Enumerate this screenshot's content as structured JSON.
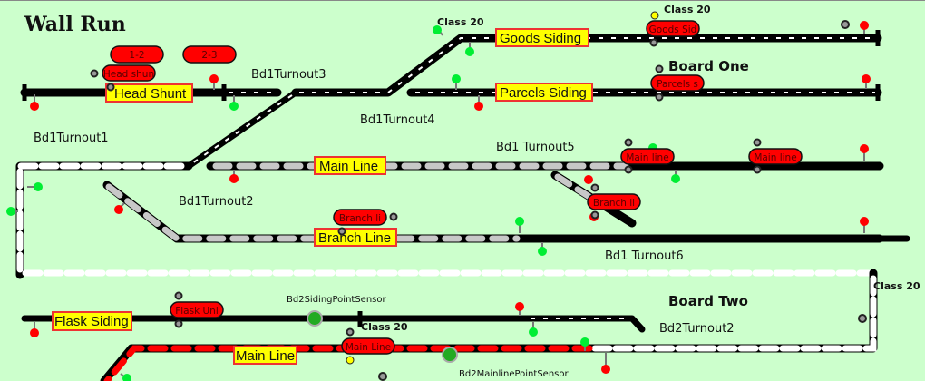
{
  "title": "Wall Run",
  "boards": {
    "one": "Board One",
    "two": "Board Two"
  },
  "route_buttons": [
    "1-2",
    "2-3"
  ],
  "turnouts": {
    "t1": "Bd1Turnout1",
    "t2": "Bd1Turnout2",
    "t3": "Bd1Turnout3",
    "t4": "Bd1Turnout4",
    "t5": "Bd1 Turnout5",
    "t6": "Bd1 Turnout6",
    "b2t2": "Bd2Turnout2"
  },
  "sensors": {
    "siding": "Bd2SidingPointSensor",
    "mainline": "Bd2MainlinePointSensor"
  },
  "blocks": {
    "head_shunt": "Head Shunt",
    "goods": "Goods Siding",
    "parcels": "Parcels Siding",
    "main1": "Main Line",
    "branch": "Branch Line",
    "flask": "Flask Siding",
    "main2": "Main Line"
  },
  "trains": {
    "head_shunt": "Head shun",
    "goods": "Goods Sid",
    "parcels": "Parcels s",
    "main_a": "Main line",
    "main_b": "Main line",
    "branch_a": "Branch li",
    "branch_b": "Branch li",
    "flask": "Flask Unl",
    "main2": "Main Line"
  },
  "locos": [
    "Class 20",
    "Class 20",
    "Class 20",
    "Class 20"
  ],
  "colors": {
    "background": "#ccffcc",
    "block_label": "#ffff00",
    "train_tag": "#ff0000",
    "occupied": "#ff0000",
    "signal_red": "#ff0000",
    "signal_green": "#00ee33"
  }
}
